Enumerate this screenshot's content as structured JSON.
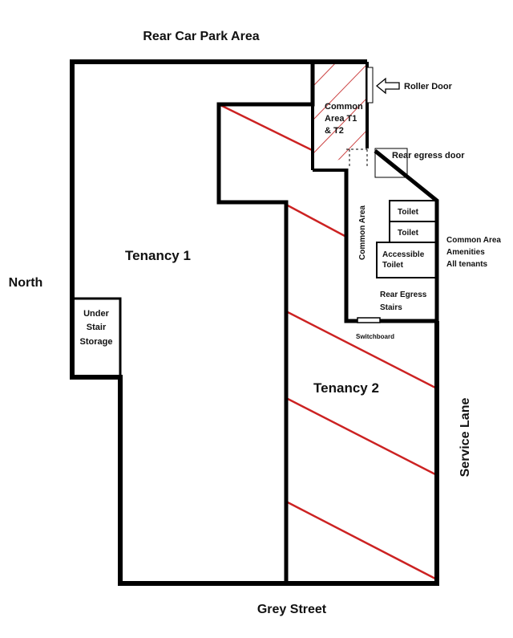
{
  "labels": {
    "rear_car_park": "Rear Car Park Area",
    "grey_street": "Grey Street",
    "service_lane": "Service Lane",
    "north": "North",
    "tenancy_1": "Tenancy 1",
    "tenancy_2": "Tenancy 2",
    "under_stair_storage": [
      "Under",
      "Stair",
      "Storage"
    ],
    "common_area_t1_t2": [
      "Common",
      "Area T1",
      "& T2"
    ],
    "roller_door": "Roller Door",
    "rear_egress_door": "Rear egress door",
    "common_area_vertical": "Common Area",
    "toilet_1": "Toilet",
    "toilet_2": "Toilet",
    "accessible_toilet": [
      "Accessible",
      "Toilet"
    ],
    "rear_egress_stairs": [
      "Rear Egress",
      "Stairs"
    ],
    "switchboard": "Switchboard",
    "common_area_amenities": [
      "Common Area",
      "Amenities",
      "All tenants"
    ]
  },
  "colors": {
    "walls": "#000000",
    "hatch": "#cc2222",
    "text": "#111111"
  }
}
